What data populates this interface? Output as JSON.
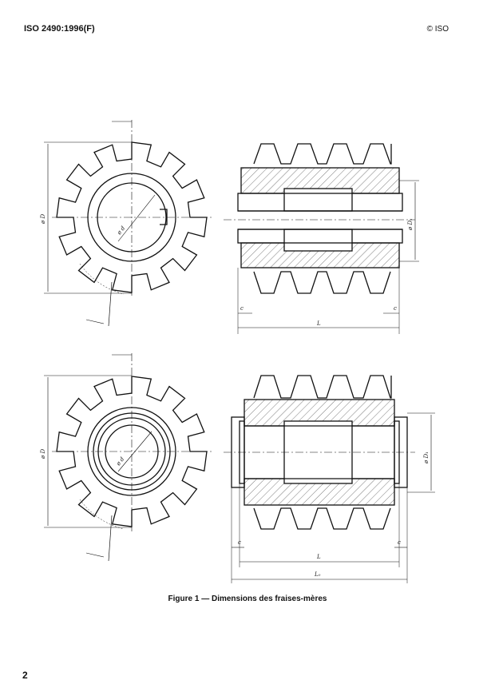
{
  "header": {
    "standard": "ISO 2490:1996(F)",
    "copyright": "© ISO"
  },
  "figure": {
    "caption": "Figure 1 — Dimensions des fraises-mères",
    "labels": {
      "D": "ø D",
      "d": "ø d",
      "D1": "ø D₁",
      "c": "c",
      "L": "L",
      "L0": "L₀"
    }
  },
  "page_number": "2"
}
